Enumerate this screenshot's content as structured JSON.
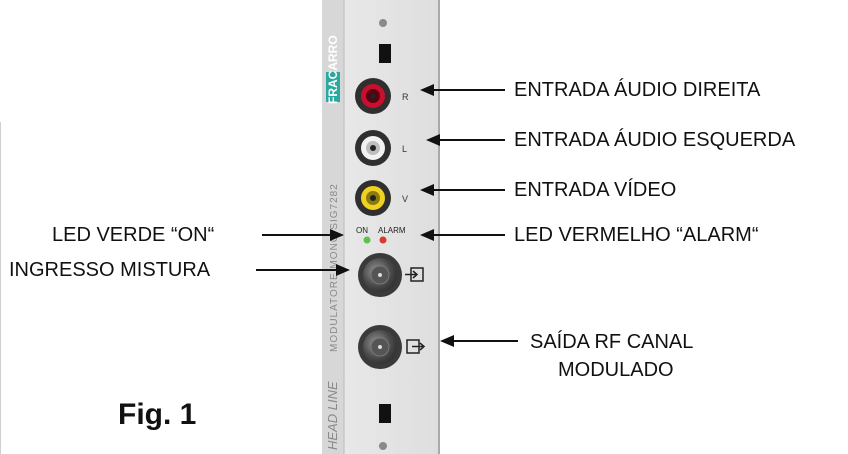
{
  "figure": {
    "label": "Fig. 1"
  },
  "module": {
    "brand": "FRACARRO",
    "model": "MODULATORE MONO SIG7282",
    "series": "HEAD LINE",
    "connector_labels": {
      "r": "R",
      "l": "L",
      "v": "V"
    },
    "led_labels": {
      "on": "ON",
      "alarm": "ALARM"
    },
    "colors": {
      "panel": "#e6e6e6",
      "led_on": "#5ec24a",
      "led_alarm": "#d83a2c",
      "rca_r": "#c8102e",
      "rca_l": "#f2f2f2",
      "rca_v": "#f0d020"
    }
  },
  "callouts": {
    "audio_right": "ENTRADA ÁUDIO DIREITA",
    "audio_left": "ENTRADA ÁUDIO ESQUERDA",
    "video_in": "ENTRADA VÍDEO",
    "led_alarm": "LED VERMELHO “ALARM“",
    "led_on": "LED VERDE “ON“",
    "mix_in": "INGRESSO MISTURA",
    "rf_out_line1": "SAÍDA RF CANAL",
    "rf_out_line2": "MODULADO"
  }
}
